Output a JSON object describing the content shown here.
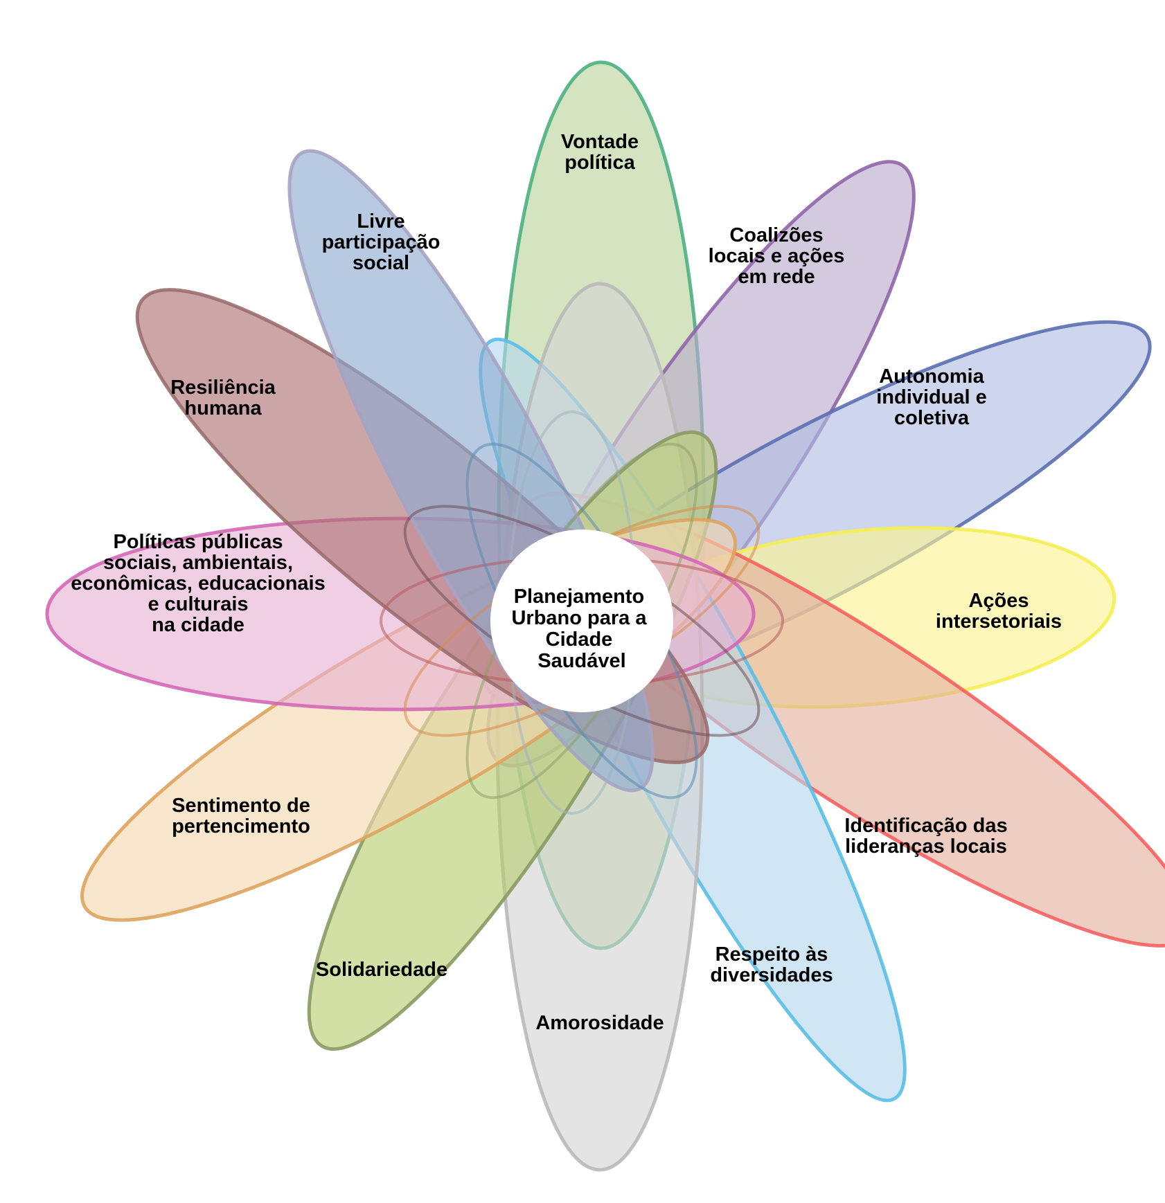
{
  "diagram": {
    "center": {
      "lines": [
        "Planejamento",
        "Urbano para a",
        "Cidade",
        "Saudável"
      ]
    },
    "petals": [
      {
        "id": "vontade",
        "lines": [
          "Vontade",
          "política"
        ],
        "fill": "#b9d39b",
        "stroke": "#4cb082"
      },
      {
        "id": "coalizoes",
        "lines": [
          "Coalizões",
          "locais e ações",
          "em rede"
        ],
        "fill": "#b9a9cb",
        "stroke": "#9065aa"
      },
      {
        "id": "autonomia",
        "lines": [
          "Autonomia",
          "individual e",
          "coletiva"
        ],
        "fill": "#aebde0",
        "stroke": "#5b6fb1"
      },
      {
        "id": "acoes",
        "lines": [
          "Ações",
          "intersetoriais"
        ],
        "fill": "#fbf38f",
        "stroke": "#f5ee54"
      },
      {
        "id": "liderancas",
        "lines": [
          "Identificação das",
          "lideranças locais"
        ],
        "fill": "#e4af9c",
        "stroke": "#f66160"
      },
      {
        "id": "diversidades",
        "lines": [
          "Respeito às",
          "diversidades"
        ],
        "fill": "#b4d6ef",
        "stroke": "#59bee6"
      },
      {
        "id": "amorosidade",
        "lines": [
          "Amorosidade"
        ],
        "fill": "#d4d4d4",
        "stroke": "#b9b9b9"
      },
      {
        "id": "solidariedade",
        "lines": [
          "Solidariedade"
        ],
        "fill": "#b8cd6e",
        "stroke": "#8a9a65"
      },
      {
        "id": "pertencimento",
        "lines": [
          "Sentimento de",
          "pertencimento"
        ],
        "fill": "#f4d9ae",
        "stroke": "#dea35e"
      },
      {
        "id": "politicas",
        "lines": [
          "Políticas públicas",
          "sociais, ambientais,",
          "econômicas, educacionais",
          "e culturais",
          "na cidade"
        ],
        "fill": "#e6b1d4",
        "stroke": "#d467b6"
      },
      {
        "id": "resiliencia",
        "lines": [
          "Resiliência",
          "humana"
        ],
        "fill": "#ac6f6f",
        "stroke": "#9a6e6e"
      },
      {
        "id": "participacao",
        "lines": [
          "Livre",
          "participação",
          "social"
        ],
        "fill": "#8aaad0",
        "stroke": "#a6a3c3"
      }
    ]
  }
}
